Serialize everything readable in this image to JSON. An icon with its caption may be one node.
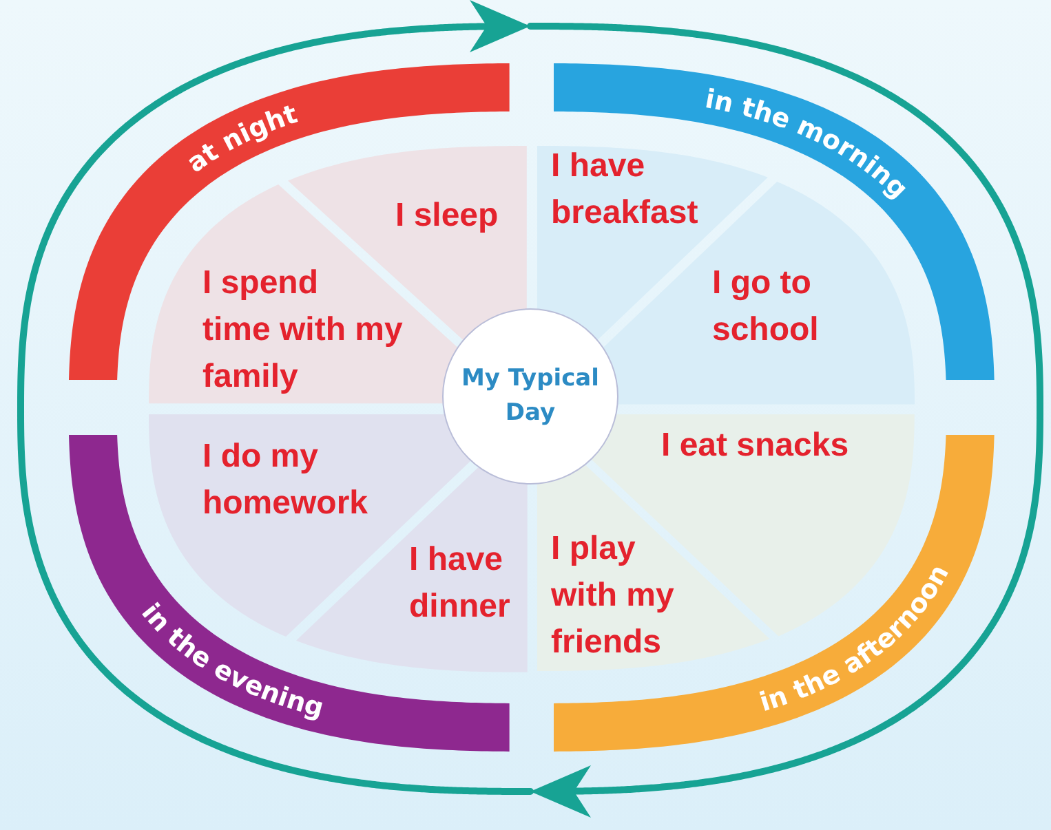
{
  "diagram": {
    "nodes": [
      {
        "text": [
          "My Typical Day"
        ]
      },
      {
        "text": [
          "in the morning"
        ]
      },
      {
        "text": [
          "I have breakfast"
        ]
      },
      {
        "text": [
          "I go to school"
        ]
      },
      {
        "text": [
          "in the afternoon"
        ]
      },
      {
        "text": [
          "I eat snacks"
        ]
      },
      {
        "text": [
          "I play with my friends"
        ]
      },
      {
        "text": [
          "in the evening"
        ]
      },
      {
        "text": [
          "I have dinner"
        ]
      },
      {
        "text": [
          "I do my homework"
        ]
      },
      {
        "text": [
          "at night"
        ]
      },
      {
        "text": [
          "I spend time with my family"
        ]
      },
      {
        "text": [
          "I sleep"
        ]
      }
    ]
  }
}
